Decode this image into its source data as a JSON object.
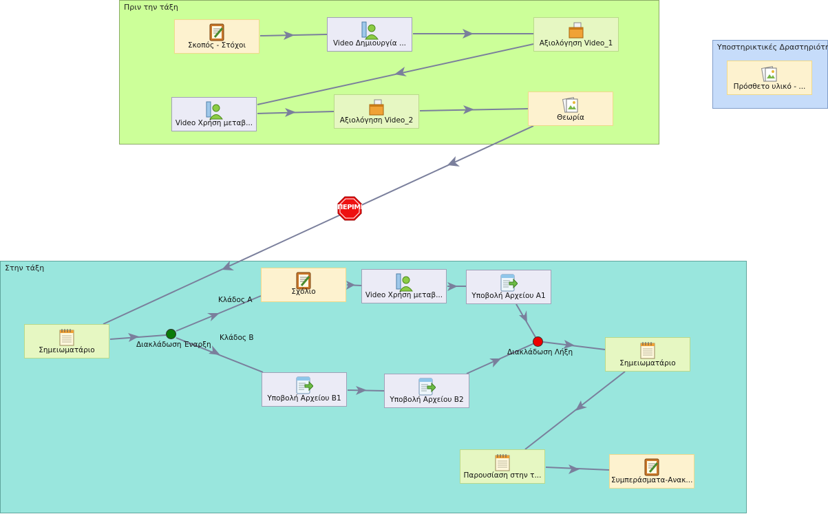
{
  "regions": {
    "before": {
      "label": "Πριν την τάξη"
    },
    "support": {
      "label": "Υποστηρικτικές Δραστηριότητες"
    },
    "inclass": {
      "label": "Στην τάξη"
    }
  },
  "activities": {
    "goals": {
      "label": "Σκοπός - Στόχοι",
      "icon": "notepad-pencil-icon"
    },
    "video_create": {
      "label": "Video Δημιουργία ...",
      "icon": "user-video-icon"
    },
    "eval_video1": {
      "label": "Αξιολόγηση Video_1",
      "icon": "assessment-box-icon"
    },
    "video_use": {
      "label": "Video Χρήση μεταβ...",
      "icon": "user-video-icon"
    },
    "eval_video2": {
      "label": "Αξιολόγηση Video_2",
      "icon": "assessment-box-icon"
    },
    "theory": {
      "label": "Θεωρία",
      "icon": "image-resource-icon"
    },
    "extra_material": {
      "label": "Πρόσθετο υλικό - ...",
      "icon": "image-resource-icon"
    },
    "comment": {
      "label": "Σχόλιο",
      "icon": "notepad-pencil-icon"
    },
    "video_use2": {
      "label": "Video Χρήση μεταβ...",
      "icon": "user-video-icon"
    },
    "submit_a1": {
      "label": "Υποβολή Αρχείου Α1",
      "icon": "file-submit-icon"
    },
    "notebook1": {
      "label": "Σημειωματάριο",
      "icon": "notebook-icon"
    },
    "submit_b1": {
      "label": "Υποβολή Αρχείου Β1",
      "icon": "file-submit-icon"
    },
    "submit_b2": {
      "label": "Υποβολή Αρχείου Β2",
      "icon": "file-submit-icon"
    },
    "notebook2": {
      "label": "Σημειωματάριο",
      "icon": "notebook-icon"
    },
    "presentation": {
      "label": "Παρουσίαση στην τ...",
      "icon": "notebook-icon"
    },
    "conclusions": {
      "label": "Συμπεράσματα-Ανακ...",
      "icon": "notepad-pencil-icon"
    }
  },
  "gates": {
    "branch_start": {
      "label": "Διακλάδωση Έναρξη",
      "color": "#0a7a0a"
    },
    "branch_end": {
      "label": "Διακλάδωση Λήξη",
      "color": "#ee0000"
    }
  },
  "branches": {
    "a": "Κλάδος Α",
    "b": "Κλάδος Β"
  },
  "stop_gate": {
    "label": "ΠΕΡΙΜΕΝΕ"
  },
  "colors": {
    "before_bg": "#ccff99",
    "support_bg": "#c6dcfa",
    "inclass_bg": "#99e6dd",
    "connector": "#7a7f9c"
  }
}
